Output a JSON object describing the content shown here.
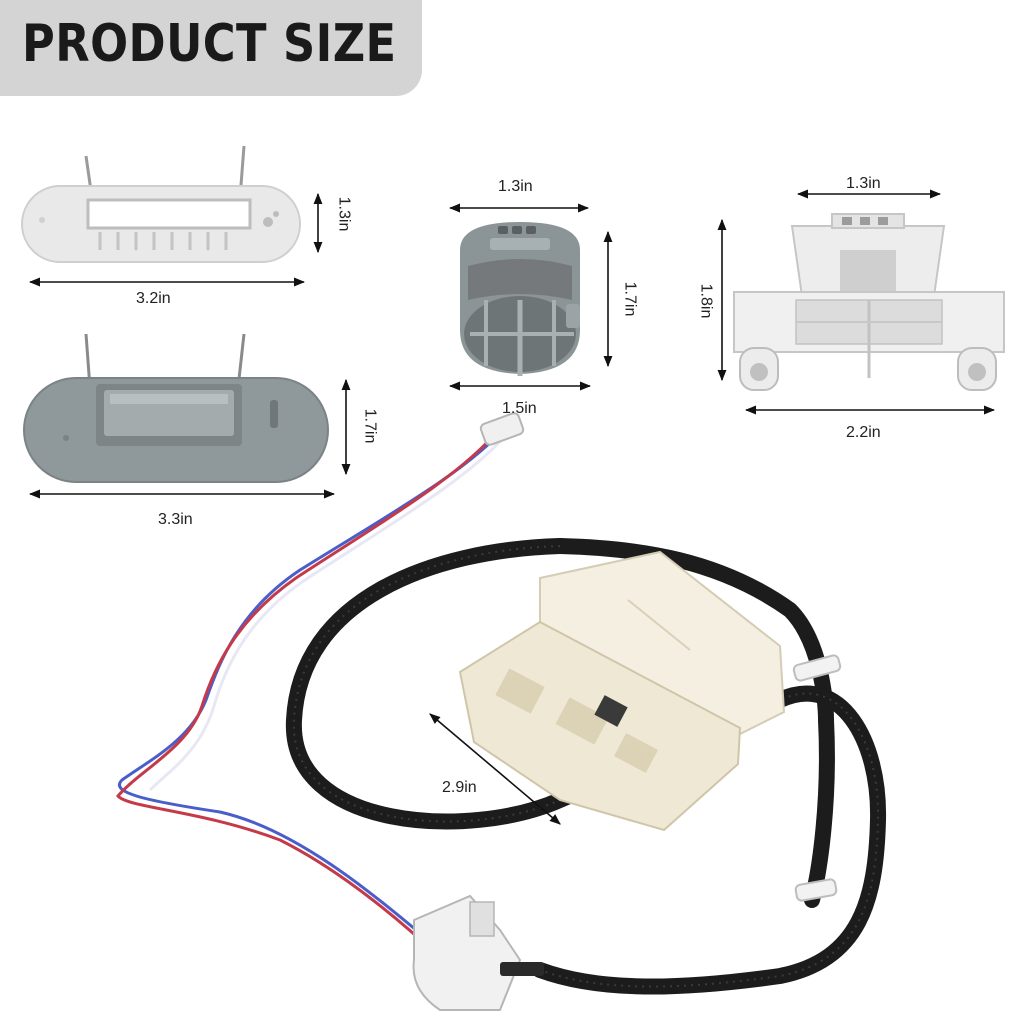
{
  "banner": {
    "title": "PRODUCT SIZE"
  },
  "colors": {
    "banner_bg": "#d4d4d4",
    "light_part": "#e8e8e8",
    "grey_part": "#8e9799",
    "cable": "#1c1c1c",
    "cream_part": "#f2ecdc"
  },
  "dimensions": {
    "light_cover": {
      "height": "1.3in",
      "width": "3.2in"
    },
    "grey_cover": {
      "height": "1.7in",
      "width": "3.3in"
    },
    "round_latch": {
      "width": "1.3in",
      "height": "1.7in",
      "base": "1.5in"
    },
    "white_bracket": {
      "width": "1.3in",
      "height": "1.8in",
      "base": "2.2in"
    },
    "lock_switch": {
      "length": "2.9in"
    }
  }
}
